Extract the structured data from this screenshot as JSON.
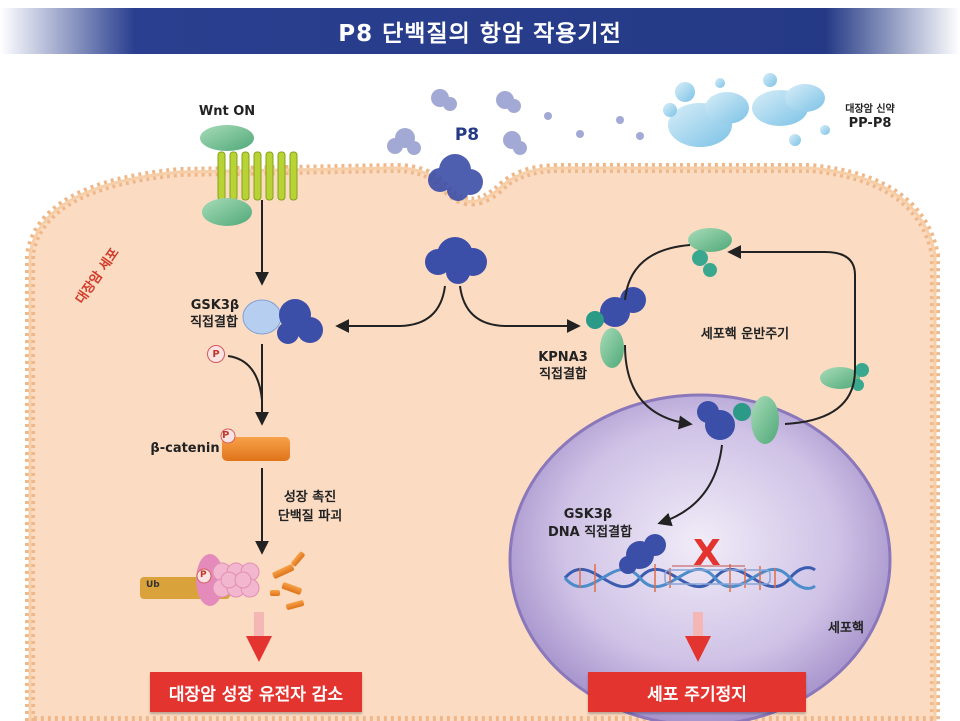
{
  "title": "P8 단백질의 항암 작용기전",
  "labels": {
    "wnt_on": "Wnt ON",
    "p8": "P8",
    "new_drug_line1": "대장암 신약",
    "new_drug_line2": "PP-P8",
    "cell": "대장암 세포",
    "gsk3b": "GSK3β",
    "direct_binding": "직접결합",
    "kpna3": "KPNA3",
    "nuclear_cycle": "세포핵 운반주기",
    "beta_catenin": "β-catenin",
    "growth_line1": "성장 촉진",
    "growth_line2": "단백질 파괴",
    "gsk3b_dna_line1": "GSK3β",
    "gsk3b_dna_line2": "DNA 직접결합",
    "nucleus": "세포핵",
    "ub": "Ub",
    "p_mark": "P",
    "x_mark": "X"
  },
  "results": {
    "left": "대장암 성장 유전자 감소",
    "right": "세포 주기정지"
  },
  "colors": {
    "banner": "#253a86",
    "cytoplasm": "#fbdcc3",
    "membrane": "#f2c49c",
    "nucleus": "#b8a6d6",
    "protein": "#3b4ea8",
    "red": "#e3342f"
  }
}
